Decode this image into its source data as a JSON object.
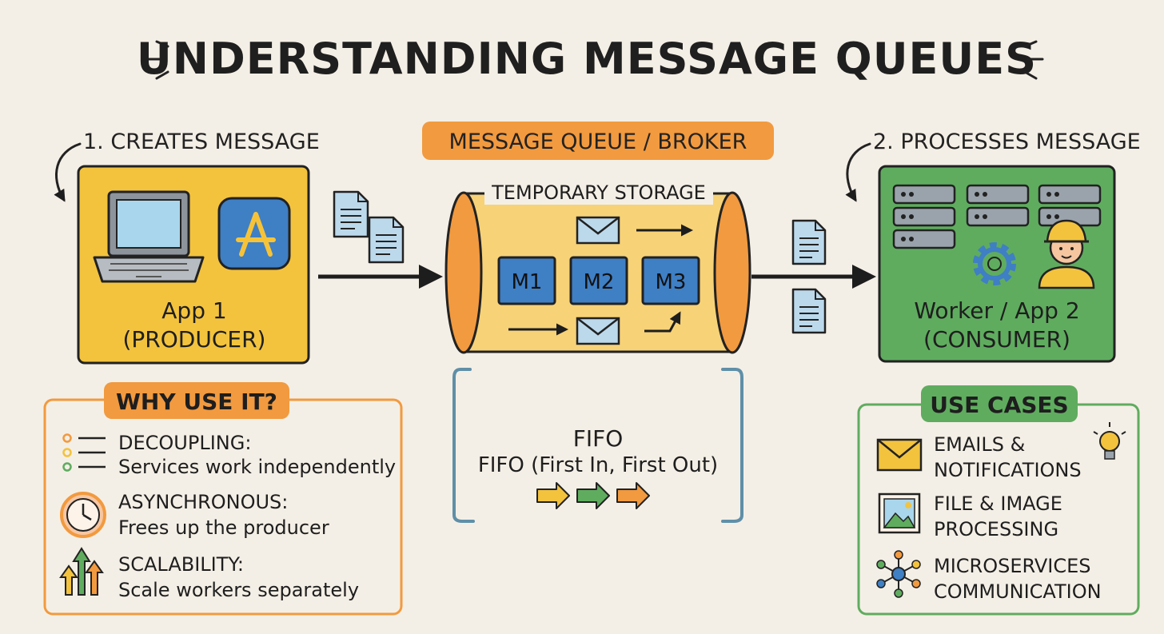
{
  "title": "UNDERSTANDING MESSAGE QUEUES",
  "producer": {
    "step": "1. CREATES MESSAGE",
    "name": "App 1",
    "role": "(PRODUCER)",
    "color": "#f3c33e"
  },
  "queue": {
    "header": "MESSAGE QUEUE / BROKER",
    "storage": "TEMPORARY STORAGE",
    "messages": [
      "M1",
      "M2",
      "M3"
    ],
    "fifo_title": "FIFO",
    "fifo_desc": "FIFO (First In, First Out)",
    "header_color": "#f29a3f",
    "body_color": "#f7d277"
  },
  "consumer": {
    "step": "2. PROCESSES MESSAGE",
    "name": "Worker / App 2",
    "role": "(CONSUMER)",
    "color": "#5fac5f"
  },
  "why": {
    "header": "WHY USE IT?",
    "items": [
      {
        "icon": "list-icon",
        "title": "DECOUPLING:",
        "desc": "Services work independently"
      },
      {
        "icon": "clock-icon",
        "title": "ASYNCHRONOUS:",
        "desc": "Frees up the producer"
      },
      {
        "icon": "scale-arrows-icon",
        "title": "SCALABILITY:",
        "desc": "Scale workers separately"
      }
    ]
  },
  "use_cases": {
    "header": "USE CASES",
    "items": [
      {
        "icon": "envelope-icon",
        "line1": "EMAILS &",
        "line2": "NOTIFICATIONS"
      },
      {
        "icon": "image-icon",
        "line1": "FILE & IMAGE",
        "line2": "PROCESSING"
      },
      {
        "icon": "network-icon",
        "line1": "MICROSERVICES",
        "line2": "COMMUNICATION"
      }
    ]
  },
  "colors": {
    "background": "#f4efe6",
    "accent_orange": "#f29a3f",
    "accent_green": "#5fac5f",
    "message_blue": "#3f7fc4",
    "doc_blue": "#bcd9ec"
  }
}
